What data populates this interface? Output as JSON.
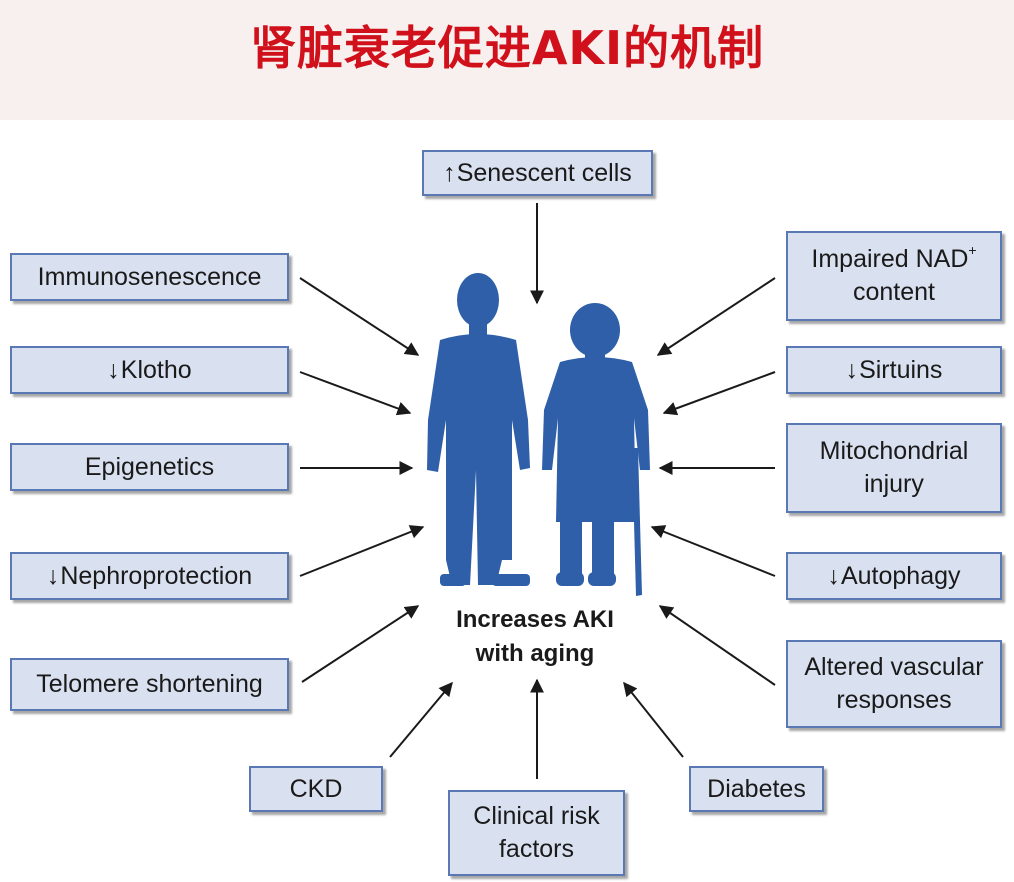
{
  "header": {
    "title": "肾脏衰老促进AKI的机制",
    "title_color": "#d0111b",
    "background": "#f7f0ef"
  },
  "center": {
    "line1": "Increases AKI",
    "line2": "with aging",
    "figure_color": "#2f5fa8"
  },
  "boxes": {
    "senescent_arrow": "↑",
    "senescent": "Senescent cells",
    "immuno": "Immunosenescence",
    "klotho_arrow": "↓",
    "klotho": "Klotho",
    "epigenetics": "Epigenetics",
    "nephro_arrow": "↓",
    "nephro": "Nephroprotection",
    "telomere": "Telomere shortening",
    "ckd": "CKD",
    "clinical_1": "Clinical risk",
    "clinical_2": "factors",
    "diabetes": "Diabetes",
    "nad_1": "Impaired NAD",
    "nad_sup": "+",
    "nad_2": "content",
    "sirtuins_arrow": "↓",
    "sirtuins": "Sirtuins",
    "mito_1": "Mitochondrial",
    "mito_2": "injury",
    "autophagy_arrow": "↓",
    "autophagy": "Autophagy",
    "vascular_1": "Altered vascular",
    "vascular_2": "responses"
  },
  "colors": {
    "box_fill": "#d9e0ef",
    "box_border": "#5a78b4",
    "arrow": "#1a1a1a"
  }
}
